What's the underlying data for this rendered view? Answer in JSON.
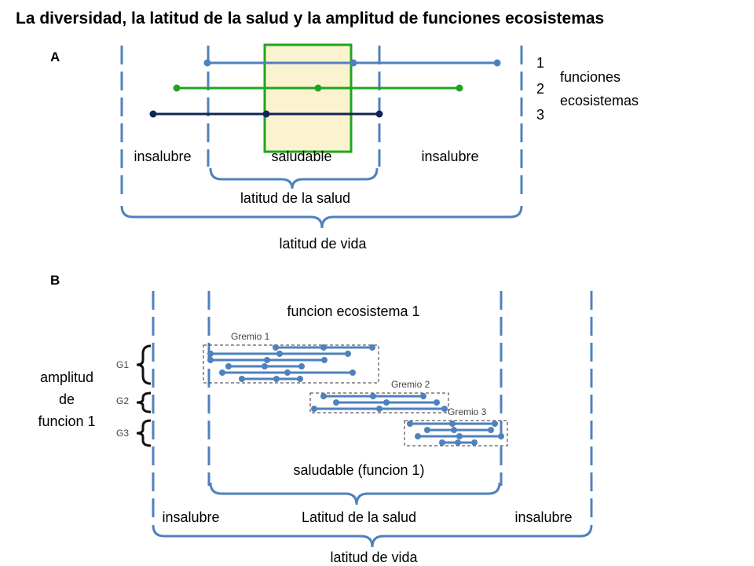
{
  "title": "La diversidad, la latitud de la salud y la amplitud de funciones ecosistemas",
  "panel_a": {
    "label": "A",
    "line_numbers": [
      "1",
      "2",
      "3"
    ],
    "functions_label_line1": "funciones",
    "functions_label_line2": "ecosistemas",
    "zone_left": "insalubre",
    "zone_center": "saludable",
    "zone_right": "insalubre",
    "health_latitude": "latitud de la salud",
    "life_latitude": "latitud de vida"
  },
  "panel_b": {
    "label": "B",
    "function_title": "funcion ecosistema 1",
    "guild_1": "Gremio 1",
    "guild_2": "Gremio 2",
    "guild_3": "Gremio 3",
    "amplitude_line1": "amplitud",
    "amplitude_line2": "de",
    "amplitude_line3": "funcion 1",
    "g1": "G1",
    "g2": "G2",
    "g3": "G3",
    "healthy_function": "saludable (funcion 1)",
    "zone_left": "insalubre",
    "zone_center": "Latitud de la salud",
    "zone_right": "insalubre",
    "life_latitude": "latitud de vida"
  },
  "colors": {
    "line_1": "#4F81BD",
    "line_2": "#1FA51F",
    "line_3": "#0F2557",
    "healthy_box_fill": "#FBF3CF",
    "healthy_box_stroke": "#1FA51F",
    "bracket": "#4F81BD"
  }
}
